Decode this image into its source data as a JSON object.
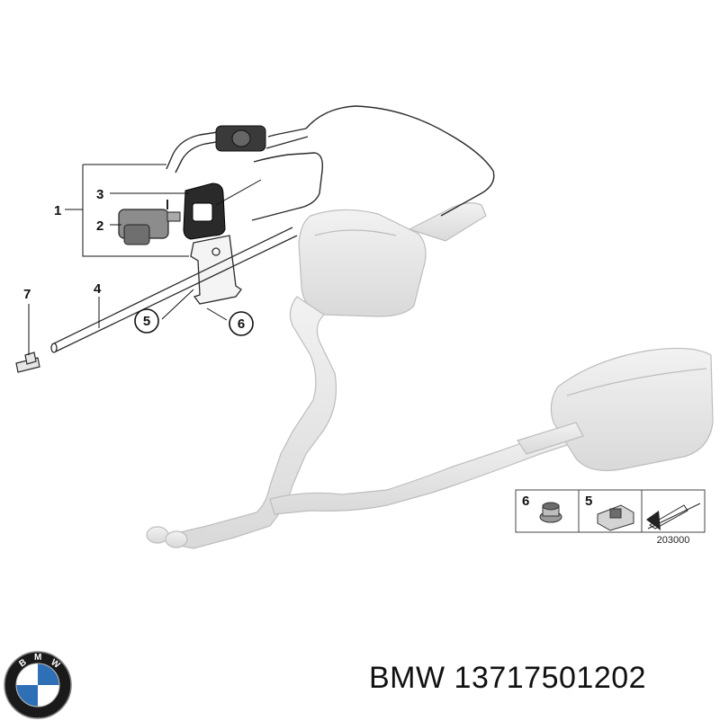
{
  "diagram": {
    "callouts": [
      "1",
      "2",
      "3",
      "4",
      "5",
      "6",
      "7"
    ],
    "circled_callouts": [
      "5",
      "6"
    ],
    "legend": {
      "items": [
        "6",
        "5"
      ],
      "reference": "203000"
    }
  },
  "brand": {
    "logo_letters": "BMW",
    "logo_colors": {
      "ring": "#1a1a1a",
      "blue": "#2f6fb5",
      "white": "#ffffff"
    }
  },
  "caption": {
    "brand": "BMW",
    "part_number": "13717501202"
  }
}
